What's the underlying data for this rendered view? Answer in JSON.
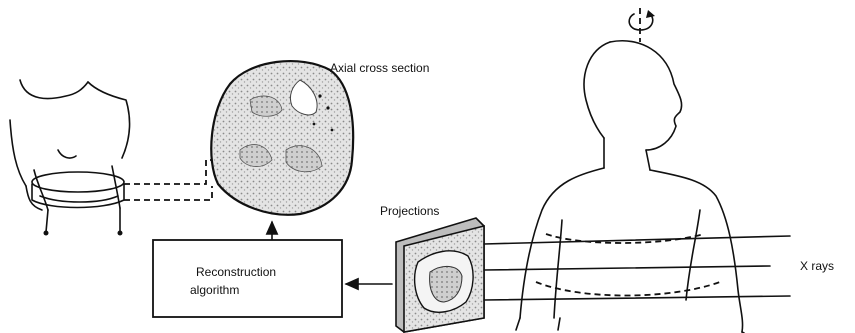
{
  "labels": {
    "cross_section": "Axial cross section",
    "projections": "Projections",
    "algorithm_line1": "Reconstruction",
    "algorithm_line2": "algorithm",
    "xrays": "X rays"
  },
  "icons": {
    "rotation": "rotation-arrow-icon"
  },
  "colors": {
    "ink": "#111111",
    "paper": "#ffffff",
    "texture": "#9a9a9a"
  }
}
